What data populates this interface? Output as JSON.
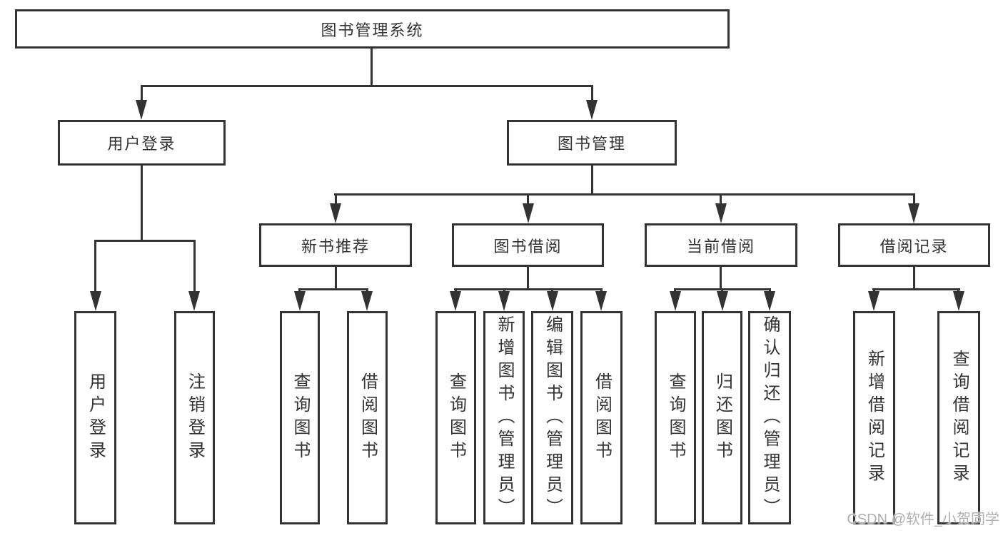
{
  "tree": {
    "label": "图书管理系统",
    "children": [
      {
        "label": "用户登录",
        "children": [
          {
            "label": "用户登录"
          },
          {
            "label": "注销登录"
          }
        ]
      },
      {
        "label": "图书管理",
        "children": [
          {
            "label": "新书推荐",
            "children": [
              {
                "label": "查询图书"
              },
              {
                "label": "借阅图书"
              }
            ]
          },
          {
            "label": "图书借阅",
            "children": [
              {
                "label": "查询图书"
              },
              {
                "label": "新增图书（管理员）"
              },
              {
                "label": "编辑图书（管理员）"
              },
              {
                "label": "借阅图书"
              }
            ]
          },
          {
            "label": "当前借阅",
            "children": [
              {
                "label": "查询图书"
              },
              {
                "label": "归还图书"
              },
              {
                "label": "确认归还（管理员）"
              }
            ]
          },
          {
            "label": "借阅记录",
            "children": [
              {
                "label": "新增借阅记录"
              },
              {
                "label": "查询借阅记录"
              }
            ]
          }
        ]
      }
    ]
  },
  "watermark": {
    "text": "CSDN @软件_小贺同学"
  },
  "colors": {
    "line": "#333333",
    "text": "#333333",
    "watermark": "#b0b0b0"
  }
}
